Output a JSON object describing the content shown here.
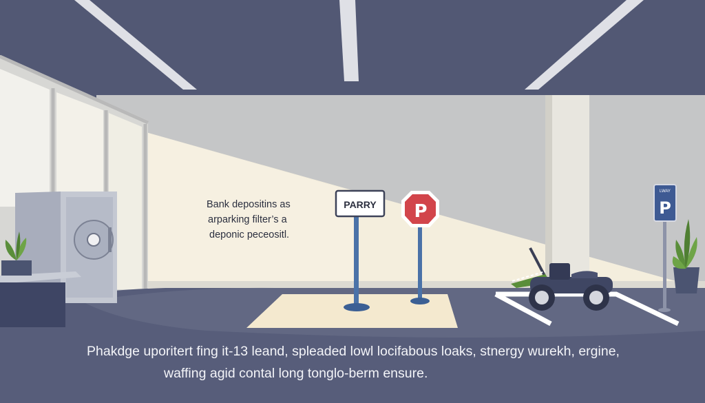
{
  "scene": {
    "wall_text": {
      "lines": [
        "Bank depositins as",
        "arparking filter’s a",
        "deponic peceositl."
      ]
    },
    "signs": {
      "parry_label": "PARRY",
      "stop_letter": "P",
      "wall_sign_small": "LWAY",
      "wall_sign_letter": "P"
    },
    "caption": {
      "lines": [
        "Phakdge uporitert fing it-13 leand, spleaded lowl locifabous loaks, stnergy wurekh, ergine,",
        "waffing agid contal long tonglo-berm ensure."
      ]
    },
    "colors": {
      "ceiling": "#525874",
      "wall": "#c5c6c7",
      "floor": "#575d7a",
      "sign_red": "#d2454b",
      "accent_green": "#5a8e3a"
    }
  }
}
